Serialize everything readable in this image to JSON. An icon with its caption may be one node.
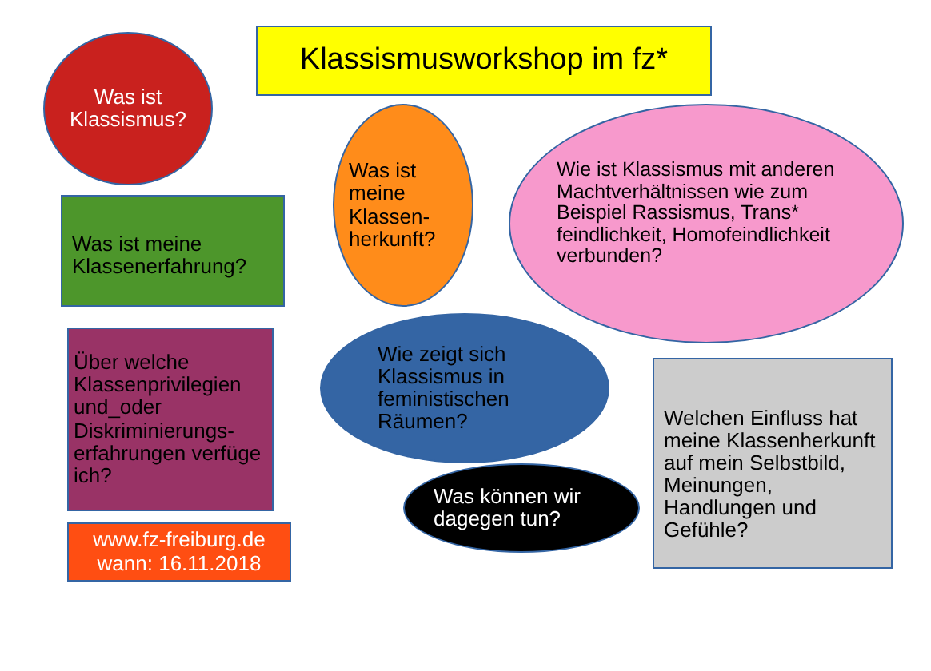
{
  "diagram": {
    "nodes": [
      {
        "text": [
          "Klassismusworkshop im fz*"
        ]
      },
      {
        "text": [
          "Was ist Klassismus?"
        ]
      },
      {
        "text": [
          "Was ist meine Klassenerfahrung?"
        ]
      },
      {
        "text": [
          "Was ist meine Klassen-herkunft?"
        ]
      },
      {
        "text": [
          "Wie ist Klassismus mit anderen Machtverhältnissen wie zum Beispiel Rassismus, Trans* feindlichkeit, Homofeindlichkeit verbunden?"
        ]
      },
      {
        "text": [
          "Über welche Klassenprivilegien und_oder Diskriminierungs-erfahrungen verfüge ich?"
        ]
      },
      {
        "text": [
          "Wie zeigt sich Klassismus in feministischen Räumen?"
        ]
      },
      {
        "text": [
          "Welchen Einfluss hat meine Klassenherkunft auf mein Selbstbild, Meinungen, Handlungen und Gefühle?"
        ]
      },
      {
        "text": [
          "Was können wir dagegen tun?"
        ]
      },
      {
        "text": [
          "www.fz-freiburg.de",
          "wann: 16.11.2018"
        ]
      }
    ],
    "edges": []
  }
}
